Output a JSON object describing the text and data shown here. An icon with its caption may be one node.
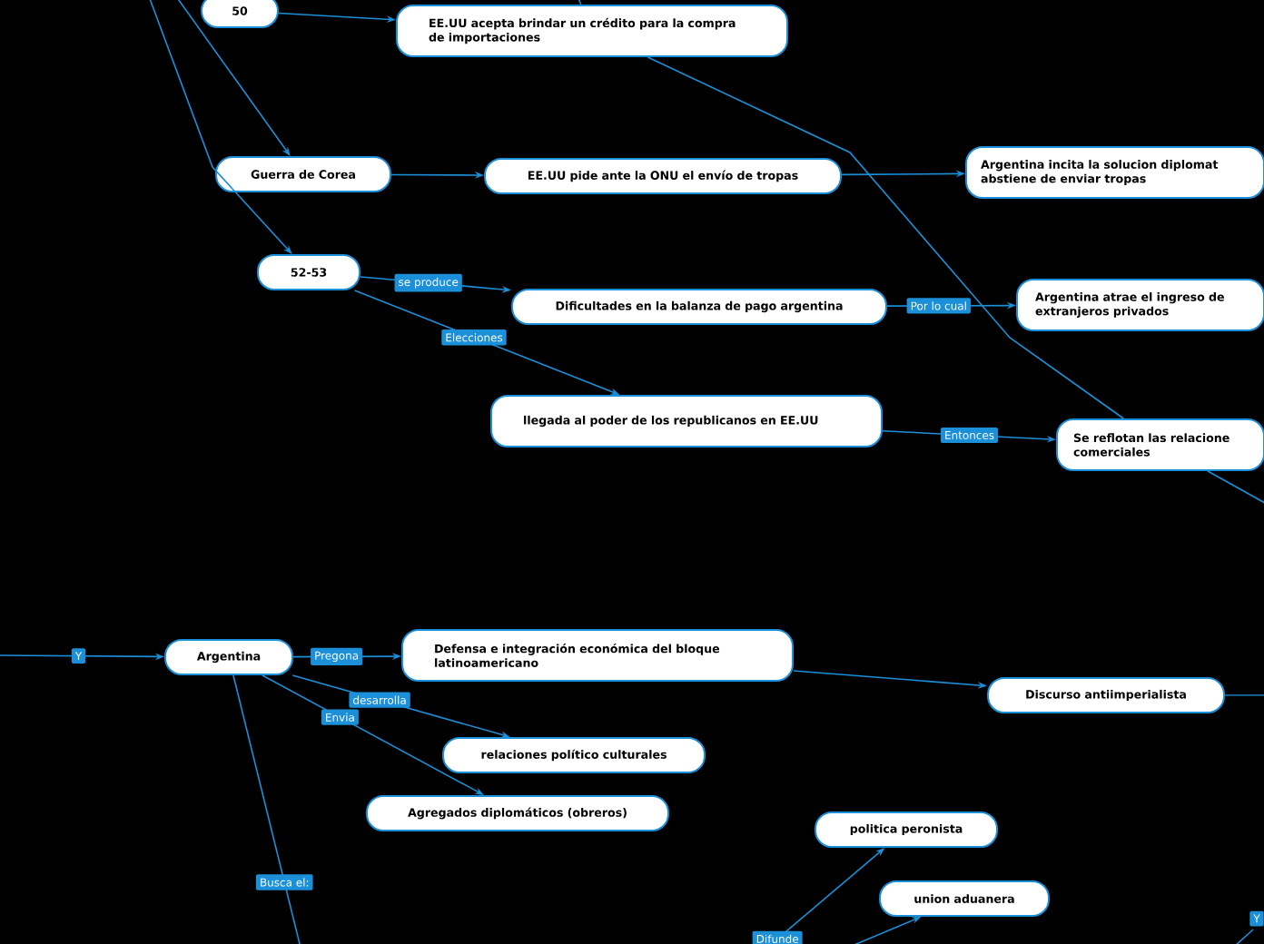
{
  "diagram": {
    "nodes": [
      {
        "text": [
          "50"
        ]
      },
      {
        "text": [
          "EE.UU acepta brindar un crédito para la compra de importaciones"
        ]
      },
      {
        "text": [
          "Guerra de Corea"
        ]
      },
      {
        "text": [
          "EE.UU pide ante la ONU el envío de tropas"
        ]
      },
      {
        "text": [
          "Argentina incita la solucion diplomat abstiene de enviar tropas"
        ]
      },
      {
        "text": [
          "52-53"
        ]
      },
      {
        "text": [
          "Dificultades en la balanza de pago argentina"
        ]
      },
      {
        "text": [
          "Argentina atrae el ingreso de extranjeros privados"
        ]
      },
      {
        "text": [
          "llegada al poder de los republicanos en EE.UU"
        ]
      },
      {
        "text": [
          "Se reflotan las relacione comerciales"
        ]
      },
      {
        "text": [
          "Argentina"
        ]
      },
      {
        "text": [
          "Defensa e integración económica del bloque latinoamericano"
        ]
      },
      {
        "text": [
          "Discurso antiimperialista"
        ]
      },
      {
        "text": [
          "relaciones político culturales"
        ]
      },
      {
        "text": [
          "Agregados diplomáticos (obreros)"
        ]
      },
      {
        "text": [
          "politica peronista"
        ]
      },
      {
        "text": [
          "union aduanera"
        ]
      }
    ],
    "edges": [
      {
        "from": null,
        "to": 2,
        "arrow": "to"
      },
      {
        "from": null,
        "to": 5,
        "arrow": "to"
      },
      {
        "from": 0,
        "to": 1,
        "arrow": "to"
      },
      {
        "from": null,
        "to": 1,
        "arrow": "none"
      },
      {
        "from": 1,
        "to": 9,
        "arrow": "none"
      },
      {
        "from": 9,
        "to": null,
        "arrow": "none"
      },
      {
        "from": 2,
        "to": 3,
        "arrow": "to"
      },
      {
        "from": 3,
        "to": 4,
        "arrow": "to"
      },
      {
        "from": 5,
        "to": 6,
        "arrow": "to",
        "label": "se produce"
      },
      {
        "from": 5,
        "to": 8,
        "arrow": "to",
        "label": "Elecciones"
      },
      {
        "from": 6,
        "to": 7,
        "arrow": "to",
        "label": "Por lo cual"
      },
      {
        "from": 8,
        "to": 9,
        "arrow": "to",
        "label": "Entonces"
      },
      {
        "from": null,
        "to": 10,
        "arrow": "to",
        "label": "Y"
      },
      {
        "from": 10,
        "to": 11,
        "arrow": "to",
        "label": "Pregona"
      },
      {
        "from": 10,
        "to": 13,
        "arrow": "to",
        "label": "desarrolla"
      },
      {
        "from": 10,
        "to": 14,
        "arrow": "to",
        "label": "Envia"
      },
      {
        "from": 10,
        "to": null,
        "arrow": "none",
        "label": "Busca el:"
      },
      {
        "from": 11,
        "to": 12,
        "arrow": "to"
      },
      {
        "from": 12,
        "to": null,
        "arrow": "none"
      },
      {
        "from": null,
        "to": 15,
        "arrow": "to",
        "label": "Difunde"
      },
      {
        "from": null,
        "to": 16,
        "arrow": "to"
      }
    ],
    "labels": [
      "Y"
    ]
  }
}
